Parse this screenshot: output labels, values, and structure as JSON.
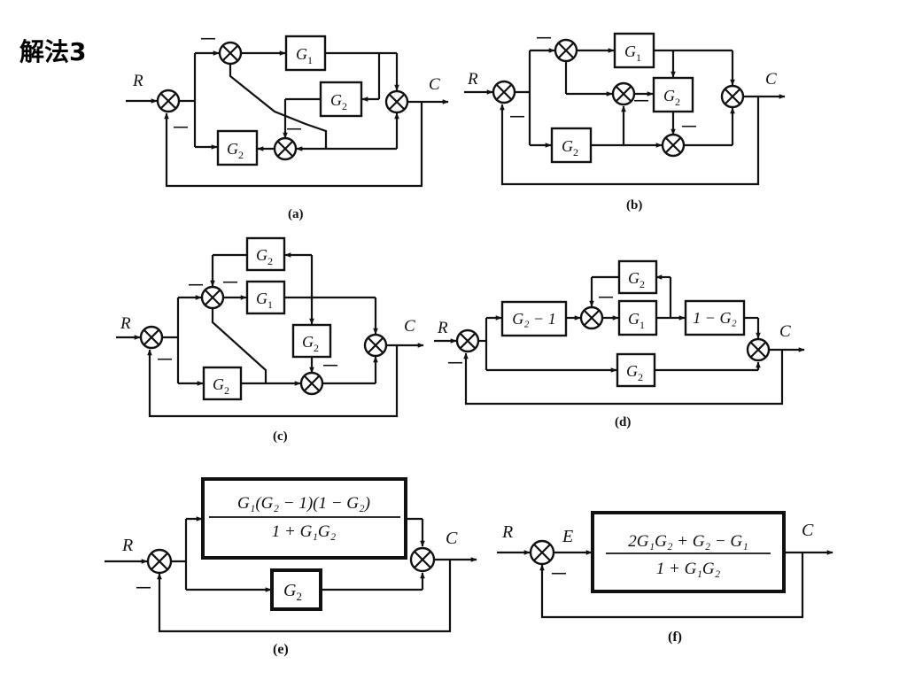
{
  "title": "解法3",
  "diagrams": {
    "a": {
      "caption": "(a)",
      "R": "R",
      "C": "C",
      "minus": "—",
      "G1": {
        "main": "G",
        "sub": "1"
      },
      "G2": {
        "main": "G",
        "sub": "2"
      }
    },
    "b": {
      "caption": "(b)",
      "R": "R",
      "C": "C",
      "minus": "—",
      "G1": {
        "main": "G",
        "sub": "1"
      },
      "G2": {
        "main": "G",
        "sub": "2"
      }
    },
    "c": {
      "caption": "(c)",
      "R": "R",
      "C": "C",
      "minus": "—",
      "G1": {
        "main": "G",
        "sub": "1"
      },
      "G2": {
        "main": "G",
        "sub": "2"
      }
    },
    "d": {
      "caption": "(d)",
      "R": "R",
      "C": "C",
      "minus": "—",
      "G1": {
        "main": "G",
        "sub": "1"
      },
      "G2": {
        "main": "G",
        "sub": "2"
      },
      "pre_block": "G₂ − 1",
      "post_block": "1 − G₂"
    },
    "e": {
      "caption": "(e)",
      "R": "R",
      "C": "C",
      "minus": "—",
      "G2": {
        "main": "G",
        "sub": "2"
      },
      "numerator": "G₁(G₂ − 1)(1 − G₂)",
      "denominator": "1 + G₁G₂"
    },
    "f": {
      "caption": "(f)",
      "R": "R",
      "C": "C",
      "E": "E",
      "minus": "—",
      "numerator": "2G₁G₂ + G₂ − G₁",
      "denominator": "1 + G₁G₂"
    }
  }
}
